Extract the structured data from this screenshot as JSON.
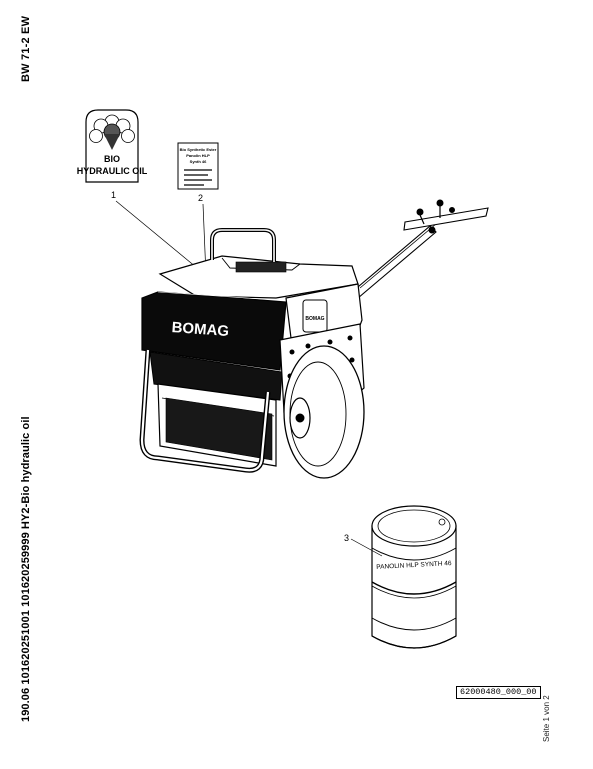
{
  "header": {
    "model": "BW 71-2 EW"
  },
  "footer": {
    "part_line": "190.06 101620251001 101620259999 HY2-Bio hydraulic oil",
    "drawing_number": "62000480_000_00",
    "page_info": "Seite 1 von 2"
  },
  "drawing": {
    "callouts": [
      "1",
      "2",
      "3"
    ],
    "sticker_bio_text": "BIO",
    "sticker_hydraulic_text": "HYDRAULIC OIL",
    "label_lines": [
      "Bio Synthetic Ester",
      "Panolin HLP",
      "Synth 46"
    ],
    "machine_brand": "BOMAG",
    "side_brand": "BOMAG",
    "barrel_text": "PANOLIN HLP SYNTH 46"
  }
}
